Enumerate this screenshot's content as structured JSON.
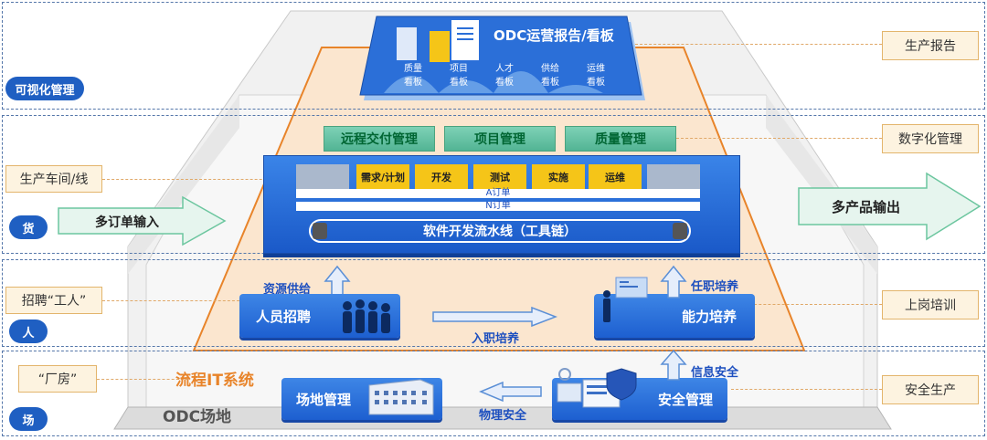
{
  "rows": {
    "visual": "可视化管理",
    "goods": "货",
    "people": "人",
    "site": "场"
  },
  "right_tags": {
    "report": "生产报告",
    "digital": "数字化管理",
    "onboard": "上岗培训",
    "safety_prod": "安全生产"
  },
  "left_tags": {
    "workshop": "生产车间/线",
    "recruit_worker": "招聘“工人”",
    "factory": "“厂房”"
  },
  "top_board": {
    "title": "ODC运营报告/看板",
    "boards": [
      "质量\n看板",
      "项目\n看板",
      "人才\n看板",
      "供给\n看板",
      "运维\n看板"
    ]
  },
  "mgmt_tabs": [
    "远程交付管理",
    "项目管理",
    "质量管理"
  ],
  "pipeline": {
    "stages": [
      "需求/计划",
      "开发",
      "测试",
      "实施",
      "运维"
    ],
    "order_a": "A订单",
    "order_n": "N订单",
    "belt": "软件开发流水线（工具链）"
  },
  "flows": {
    "input": "多订单输入",
    "output": "多产品输出"
  },
  "people": {
    "supply": "资源供给",
    "recruit": "人员招聘",
    "onboarding": "入职培养",
    "ability": "能力培养",
    "ontheJob": "任职培养"
  },
  "site": {
    "it_system": "流程IT系统",
    "odc": "ODC场地",
    "site_mgmt": "场地管理",
    "physical": "物理安全",
    "security_mgmt": "安全管理",
    "info_sec": "信息安全"
  },
  "colors": {
    "blue": "#1f5fc2",
    "orange": "#e8842a",
    "green": "#5dbf9c",
    "yellow": "#f5c518"
  }
}
